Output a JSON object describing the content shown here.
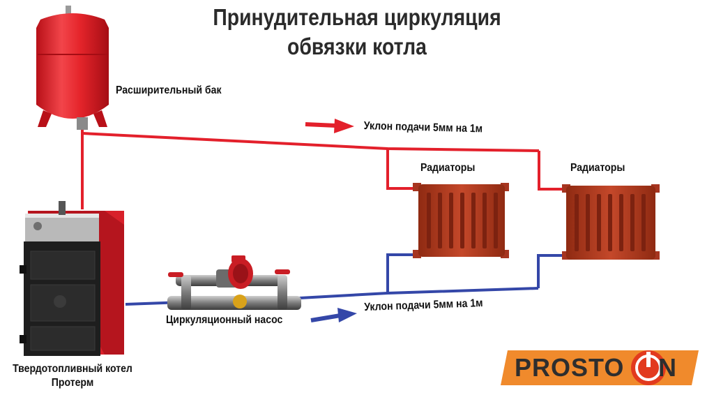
{
  "title": {
    "line1": "Принудительная циркуляция",
    "line2": "обвязки котла"
  },
  "labels": {
    "expansion_tank": "Расширительный бак",
    "supply_slope_top": "Уклон подачи 5мм на 1м",
    "supply_slope_bottom": "Уклон подачи 5мм на 1м",
    "radiators_1": "Радиаторы",
    "radiators_2": "Радиаторы",
    "pump": "Циркуляционный насос",
    "boiler_line1": "Твердотопливный котел",
    "boiler_line2": "Протерм"
  },
  "logo": {
    "text_left": "PROSTO",
    "text_right": "N"
  },
  "colors": {
    "supply_pipe": "#e3202b",
    "return_pipe": "#3447a8",
    "tank": "#e5252b",
    "radiator": "#b5391e",
    "boiler_body": "#d8202a",
    "boiler_front": "#1e1e1e",
    "logo_orange": "#f08a2c",
    "logo_red": "#e23a1e"
  }
}
